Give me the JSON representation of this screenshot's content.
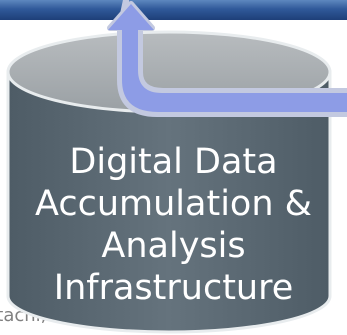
{
  "diagram": {
    "label_lines": [
      "Digital Data",
      "Accumulation &",
      "Analysis",
      "Infrastructure"
    ],
    "copyright_fragment": "© Hitachi, Ltd. All Rights Reserved.",
    "colors": {
      "header_band": "#2b5394",
      "cylinder_body": "#5c6b75",
      "cylinder_top": "#a9aeb1",
      "cylinder_outline": "#e8ecee",
      "arrow_fill": "#8d9ce6",
      "arrow_outline": "#c3c9e0",
      "label_text": "#ffffff"
    }
  }
}
